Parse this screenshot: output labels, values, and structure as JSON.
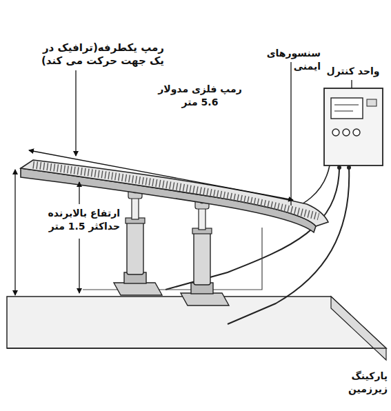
{
  "diagram": {
    "labels": [
      "رمپ یکطرفه(ترافیک در یک جهت حرکت می کند)",
      "سنسورهای ایمنی",
      "واحد کنترل",
      "رمپ فلزی مدولار 5.6 متر",
      "ارتفاع بالابرنده حداکثر 1.5 متر",
      "پارکینگ زیرزمین"
    ]
  }
}
